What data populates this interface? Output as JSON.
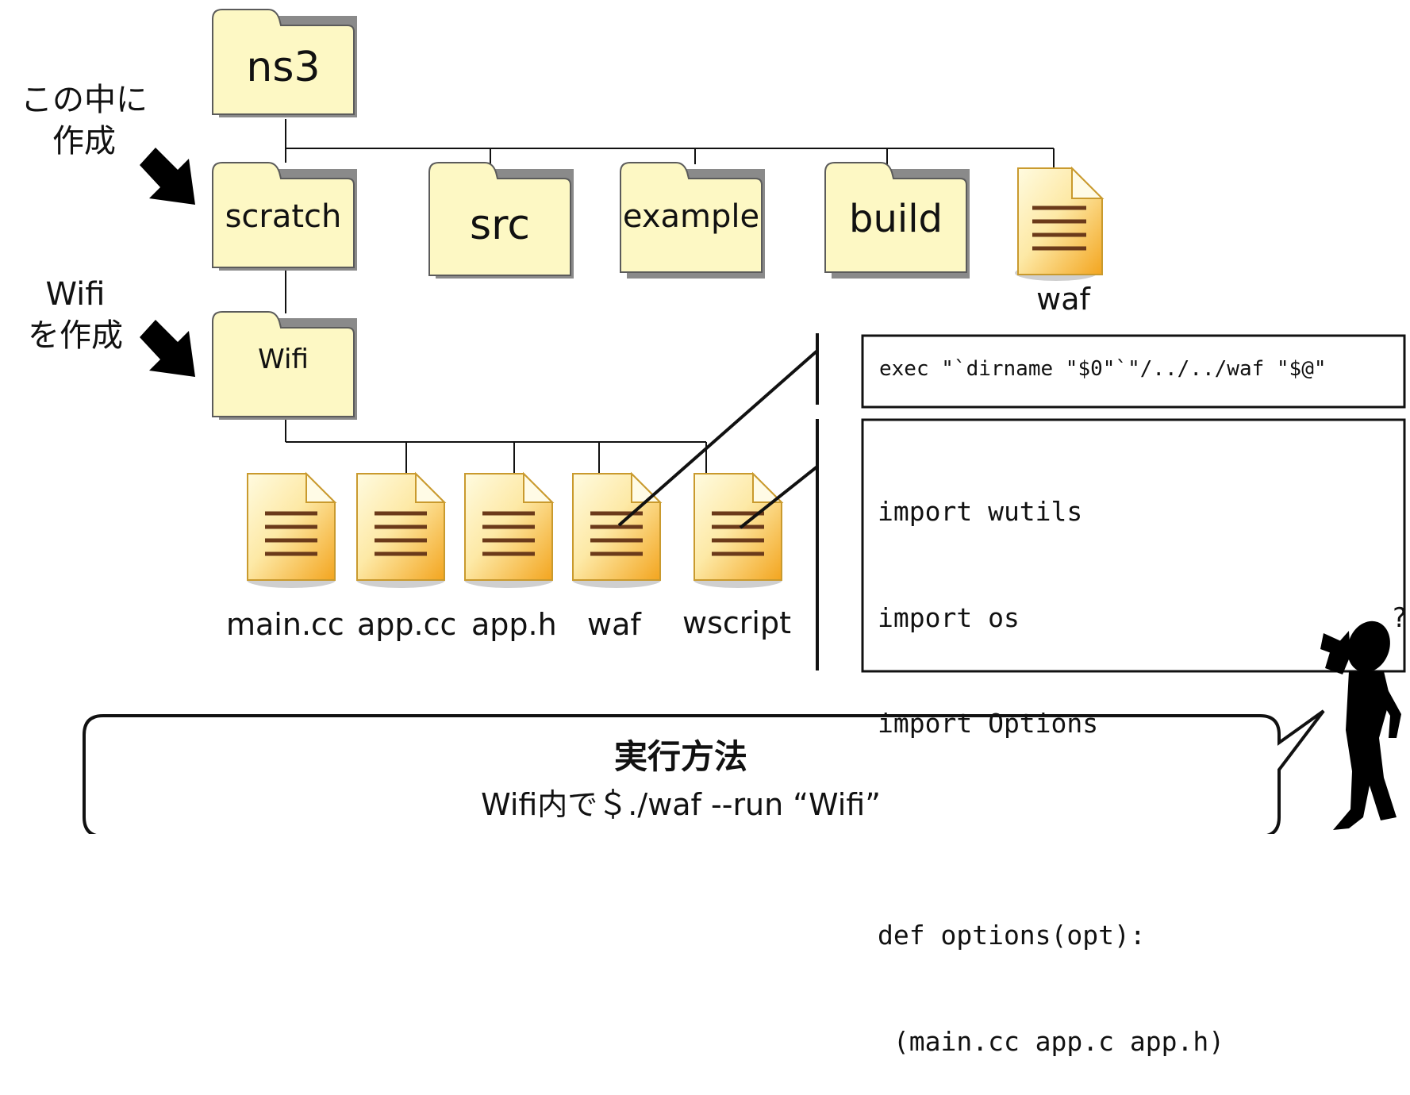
{
  "side_labels": {
    "create_inside": [
      "この中に",
      "作成"
    ],
    "create_wifi": [
      "Wifi",
      "を作成"
    ]
  },
  "folders": {
    "root": "ns3",
    "scratch": "scratch",
    "src": "src",
    "example": "example",
    "build": "build",
    "wifi": "Wifi"
  },
  "root_files": [
    {
      "name": "waf"
    }
  ],
  "wifi_files": [
    {
      "name": "main.cc"
    },
    {
      "name": "app.cc"
    },
    {
      "name": "app.h"
    },
    {
      "name": "waf"
    },
    {
      "name": "wscript"
    }
  ],
  "code_waf": "exec \"`dirname \"$0\"`\"/../../waf \"$@\"",
  "code_wscript": [
    "import wutils",
    "import os",
    "import Options",
    "",
    "def options(opt):",
    " (main.cc app.c app.h)"
  ],
  "bubble": {
    "title": "実行方法",
    "command": "Wifi内で＄./waf --run “Wifi”"
  },
  "colors": {
    "folder_fill": "#fdf8c4",
    "folder_stroke": "#5b5b5b",
    "shadow": "#8a8a8a",
    "doc_top": "#fff7c8",
    "doc_bottom": "#f5a623",
    "doc_lines": "#6b3a1a",
    "stroke": "#111111"
  }
}
